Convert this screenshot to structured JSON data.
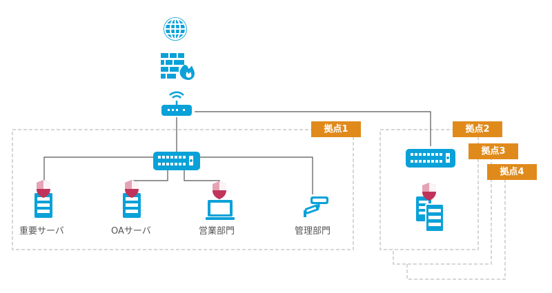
{
  "colors": {
    "device": "#0aa1d8",
    "shield": "#c0345a",
    "tag_bg": "#e08a1b",
    "dashed": "#c8c8c8",
    "line": "#555555"
  },
  "icons": {
    "internet": "globe-icon",
    "firewall": "firewall-icon",
    "router": "wifi-router-icon",
    "core_switch": "network-switch-icon",
    "branch_switch": "network-switch-icon",
    "security": "shield-icon",
    "server": "server-icon",
    "laptop": "laptop-icon",
    "camera": "security-camera-icon"
  },
  "sites": {
    "site1": "拠点1",
    "site2": "拠点2",
    "site3": "拠点3",
    "site4": "拠点4"
  },
  "nodes": {
    "critical_server": "重要サーバ",
    "oa_server": "OAサーバ",
    "sales_dept": "営業部門",
    "admin_dept": "管理部門"
  }
}
